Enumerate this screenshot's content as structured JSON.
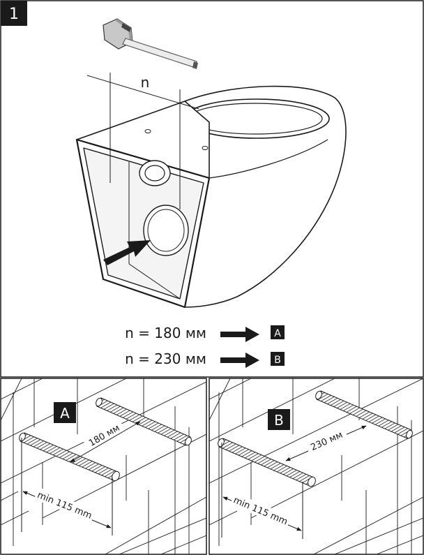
{
  "step": {
    "number": "1"
  },
  "top_panel": {
    "dimension_label": "n",
    "rows": [
      {
        "text": "n = 180 мм",
        "ref": "A"
      },
      {
        "text": "n = 230 мм",
        "ref": "B"
      }
    ]
  },
  "panel_a": {
    "label": "A",
    "spacing_label": "180 мм",
    "min_label": "min 115 mm"
  },
  "panel_b": {
    "label": "B",
    "spacing_label": "230 мм",
    "min_label": "min 115 mm"
  },
  "colors": {
    "ink": "#1a1a1a",
    "badge": "#1a1a1a",
    "grey": "#bfbfbf"
  }
}
